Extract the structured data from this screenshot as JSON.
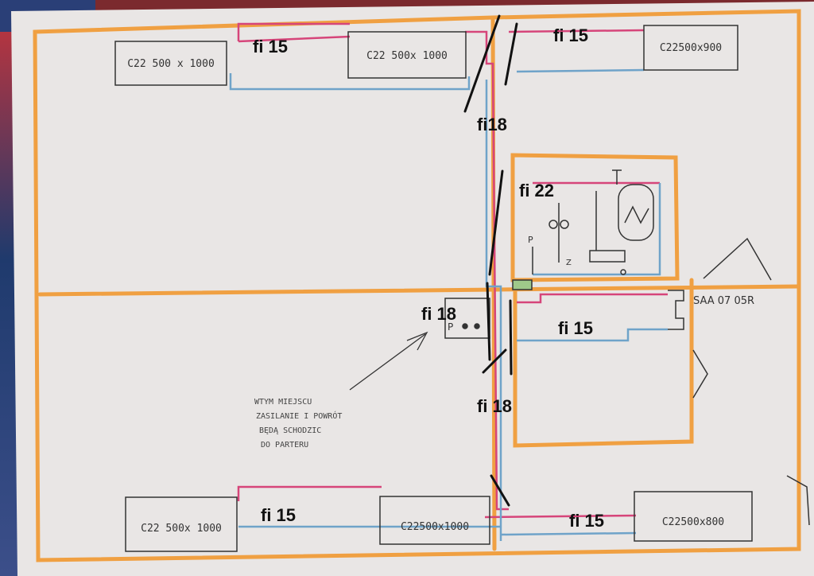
{
  "diagram": {
    "pipe_labels": {
      "top_left": "fi 15",
      "top_right": "fi 15",
      "riser_upper": "fi18",
      "boiler_room": "fi 22",
      "center_left": "fi 18",
      "center_right": "fi 15",
      "riser_lower": "fi 18",
      "bottom_left": "fi 15",
      "bottom_right": "fi 15"
    },
    "radiators": {
      "top_left": "C22 500 x 1000",
      "top_center": "C22 500x 1000",
      "top_right": "C22500x900",
      "bottom_left": "C22 500x 1000",
      "bottom_center": "C22500x1000",
      "bottom_right": "C22500x800"
    },
    "equipment_label": "SAA 07 05R",
    "note_lines": [
      "WTYM MIEJSCU",
      "ZASILANIE I POWRÓT",
      "BĘDĄ SCHODZIC",
      "DO PARTERU"
    ],
    "symbols": {
      "p_upper": "P",
      "p_lower": "P",
      "z_mark": "Z"
    },
    "colors": {
      "walls": "#f0a042",
      "supply": "#d6457a",
      "return": "#6fa3c9",
      "ink": "#111111"
    }
  }
}
